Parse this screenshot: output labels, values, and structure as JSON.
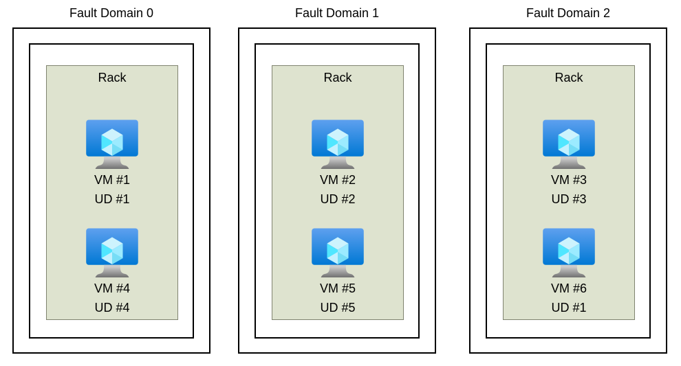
{
  "colors": {
    "background": "#ffffff",
    "text_color": "#000000",
    "domain_border": "#000000",
    "rack_fill": "#dee3cf",
    "rack_border": "#7f836f",
    "screen_top": "#5ea0ef",
    "screen_bottom": "#0078d4",
    "cube_top": "#cdf3fd",
    "cube_left": "#50e6ff",
    "cube_inner_left": "#c3f1ff",
    "cube_right": "#9cebff",
    "cube_inner_right": "#76ddf6",
    "stand_top": "#cccccc",
    "stand_bottom": "#707070"
  },
  "fault_domains": [
    {
      "title": "Fault Domain 0",
      "rack_label": "Rack",
      "vms": [
        {
          "icon": "vm-monitor-cube-icon",
          "vm_label": "VM #1",
          "ud_label": "UD #1"
        },
        {
          "icon": "vm-monitor-cube-icon",
          "vm_label": "VM #4",
          "ud_label": "UD #4"
        }
      ]
    },
    {
      "title": "Fault Domain 1",
      "rack_label": "Rack",
      "vms": [
        {
          "icon": "vm-monitor-cube-icon",
          "vm_label": "VM #2",
          "ud_label": "UD #2"
        },
        {
          "icon": "vm-monitor-cube-icon",
          "vm_label": "VM #5",
          "ud_label": "UD #5"
        }
      ]
    },
    {
      "title": "Fault Domain 2",
      "rack_label": "Rack",
      "vms": [
        {
          "icon": "vm-monitor-cube-icon",
          "vm_label": "VM #3",
          "ud_label": "UD #3"
        },
        {
          "icon": "vm-monitor-cube-icon",
          "vm_label": "VM #6",
          "ud_label": "UD #1"
        }
      ]
    }
  ]
}
